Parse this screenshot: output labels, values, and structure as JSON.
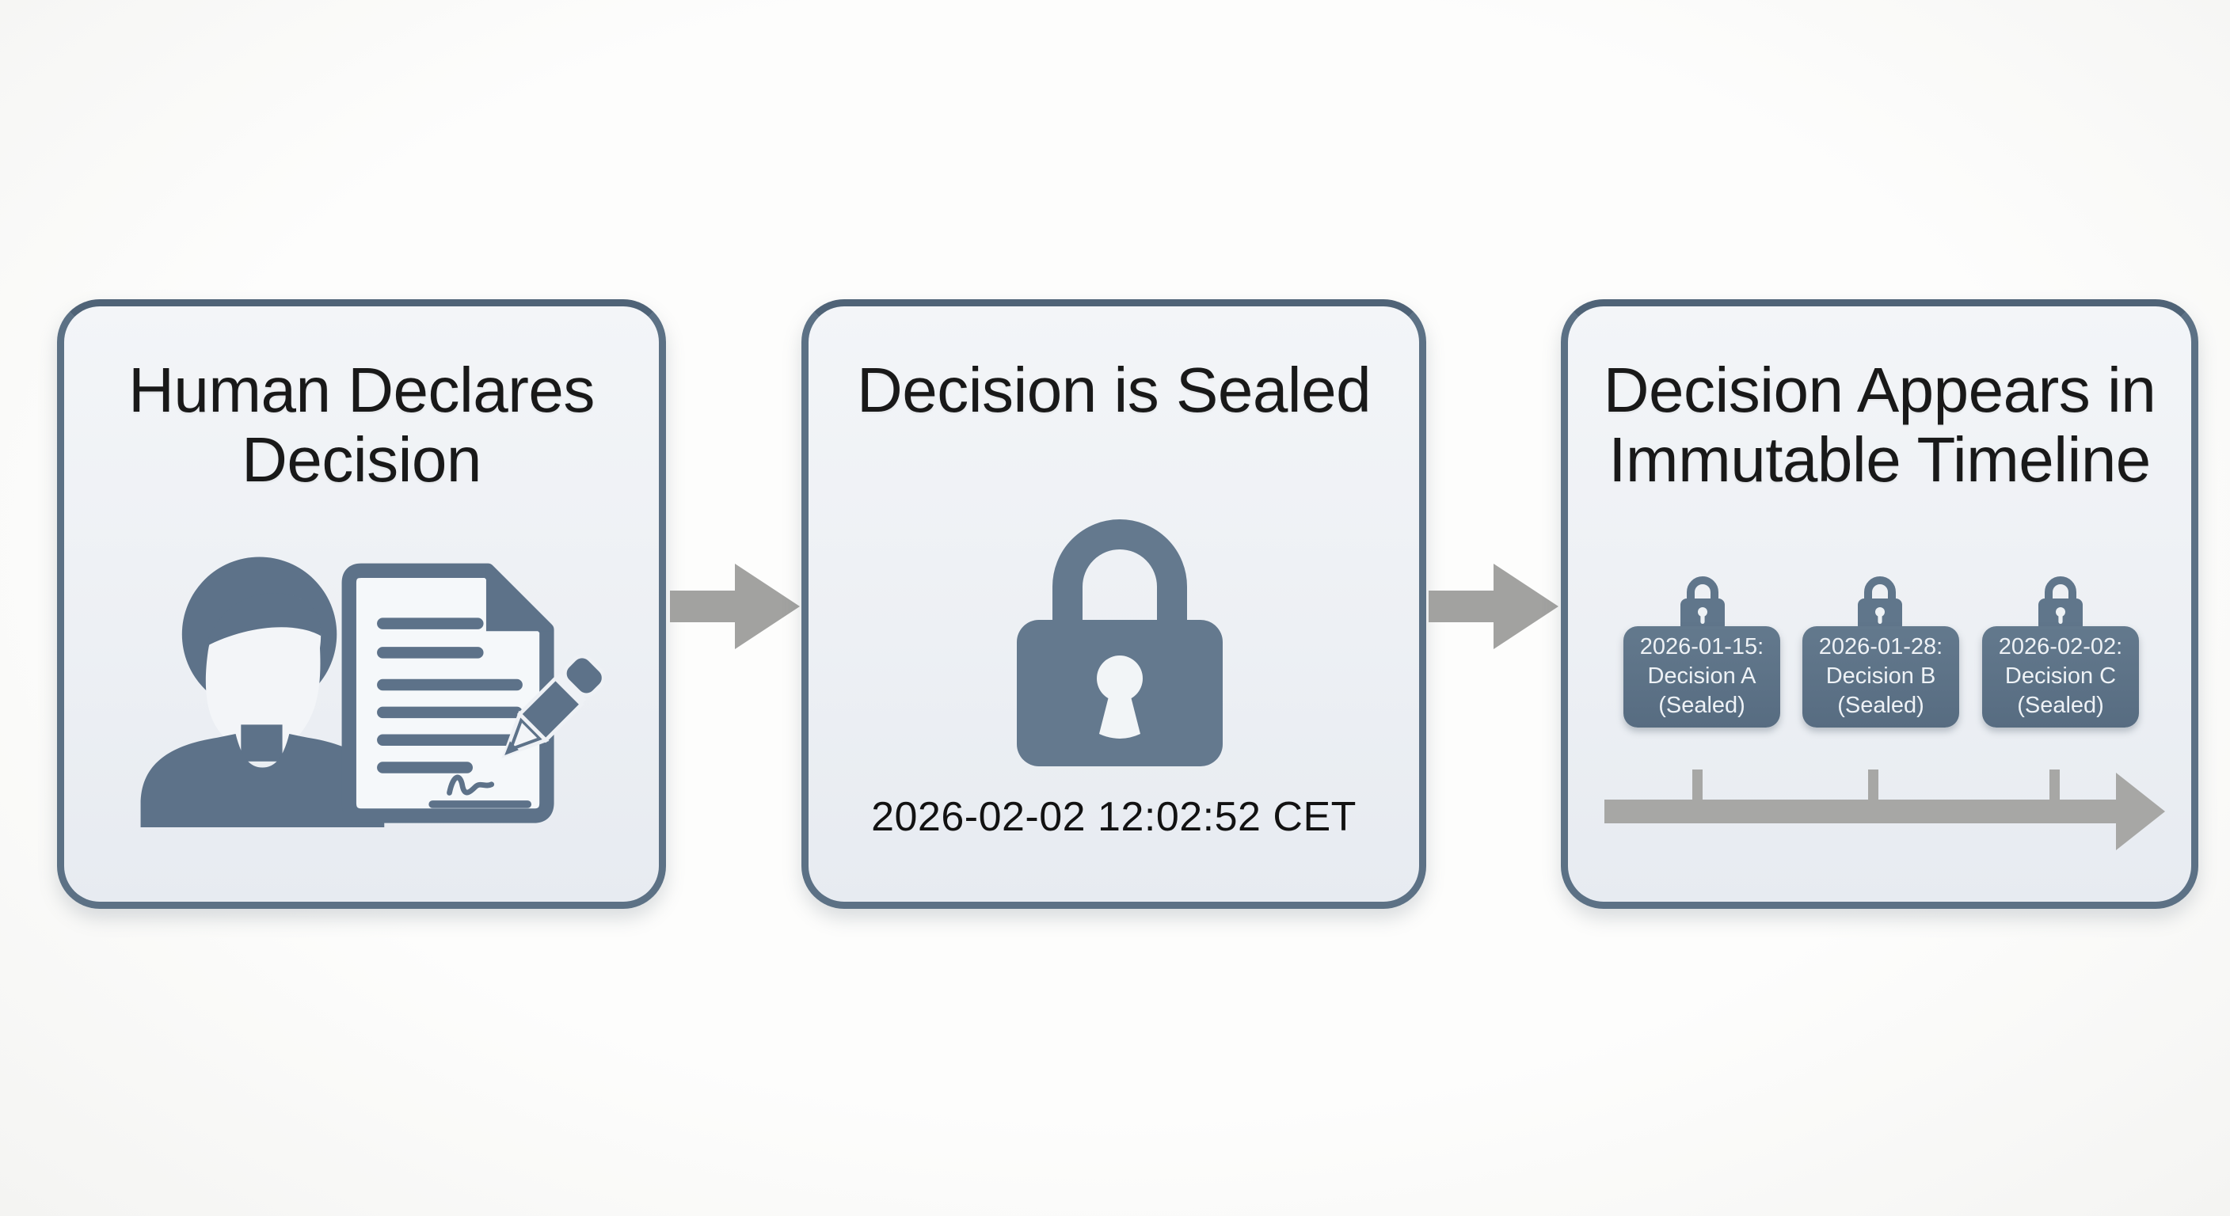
{
  "diagram": {
    "type": "three-step process flow",
    "background_color": "#fcfcfa",
    "accent_slate": "#5d7289",
    "panel_fill": "#eef1f5",
    "panel_border": "#5c7185",
    "arrow_gray": "#a2a2a0",
    "card_bg": "#5d7488",
    "card_text_color": "#eef2f6",
    "title_color": "#191919"
  },
  "panels": [
    {
      "title": "Human Declares\nDecision",
      "icon": "person-signing-document-icon"
    },
    {
      "title": "Decision is Sealed",
      "icon": "padlock-icon",
      "timestamp": "2026-02-02 12:02:52 CET"
    },
    {
      "title": "Decision Appears in\nImmutable Timeline",
      "icon": "timeline-with-sealed-entries",
      "cards": [
        {
          "date": "2026-01-15:",
          "name": "Decision A",
          "status": "(Sealed)"
        },
        {
          "date": "2026-01-28:",
          "name": "Decision B",
          "status": "(Sealed)"
        },
        {
          "date": "2026-02-02:",
          "name": "Decision C",
          "status": "(Sealed)"
        }
      ]
    }
  ]
}
